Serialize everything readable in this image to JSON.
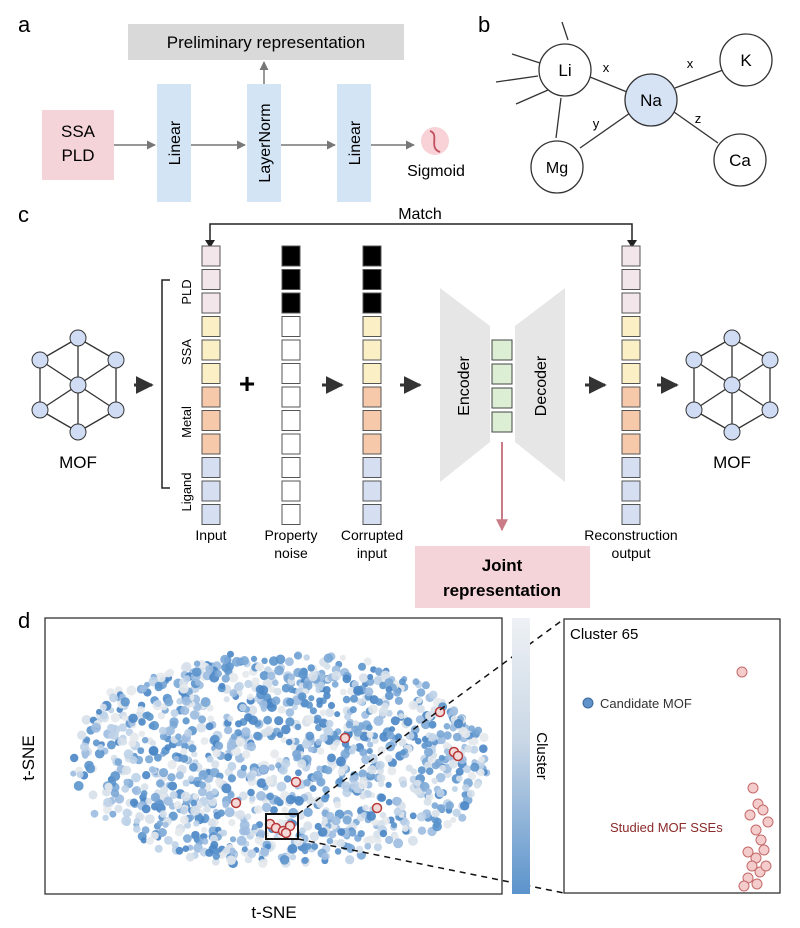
{
  "panels": {
    "a": {
      "label": "a",
      "input_lines": [
        "SSA",
        "PLD"
      ],
      "layers": [
        "Linear",
        "LayerNorm",
        "Linear"
      ],
      "output_label": "Preliminary representation",
      "activation_label": "Sigmoid"
    },
    "b": {
      "label": "b",
      "nodes": [
        "Li",
        "Na",
        "K",
        "Mg",
        "Ca"
      ],
      "edge_labels": [
        "x",
        "x",
        "y",
        "z"
      ]
    },
    "c": {
      "label": "c",
      "match_label": "Match",
      "mof_label": "MOF",
      "plus": "+",
      "feature_groups": [
        "PLD",
        "SSA",
        "Metal",
        "Ligand"
      ],
      "column_labels": {
        "input": "Input",
        "noise": [
          "Property",
          "noise"
        ],
        "corrupted": [
          "Corrupted",
          "input"
        ],
        "reconstruction": [
          "Reconstruction",
          "output"
        ]
      },
      "encoder": "Encoder",
      "decoder": "Decoder",
      "joint": [
        "Joint",
        "representation"
      ],
      "colors": {
        "pld": "#f3e6ea",
        "ssa": "#fbefc6",
        "metal": "#f6c9aa",
        "ligand": "#d6def2",
        "latent": "#dcefd5",
        "noise": "#000000",
        "joint_bg": "#f4d4d8",
        "node_fill": "#cfdcf3"
      }
    },
    "d": {
      "label": "d",
      "xlabel": "t-SNE",
      "ylabel": "t-SNE",
      "colorbar_label": "Cluster",
      "inset_title": "Cluster 65",
      "legend_candidate": "Candidate MOF",
      "legend_studied": "Studied MOF SSEs",
      "colors": {
        "candidate": "#5f93c9",
        "studied": "#b73a3a"
      }
    }
  }
}
